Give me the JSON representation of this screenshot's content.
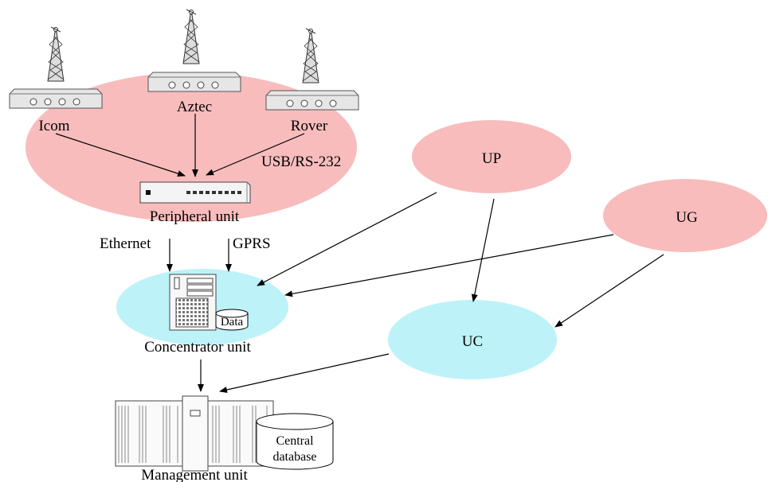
{
  "devices": {
    "icom": "Icom",
    "aztec": "Aztec",
    "rover": "Rover"
  },
  "links": {
    "usb": "USB/RS-232",
    "ethernet": "Ethernet",
    "gprs": "GPRS"
  },
  "units": {
    "peripheral": "Peripheral unit",
    "concentrator": "Concentrator unit",
    "management": "Management unit",
    "up": "UP",
    "ug": "UG",
    "uc": "UC"
  },
  "storage": {
    "data": "Data",
    "central_line1": "Central",
    "central_line2": "database"
  },
  "colors": {
    "pink": "#f8bcbc",
    "cyan": "#bdf2f8"
  }
}
